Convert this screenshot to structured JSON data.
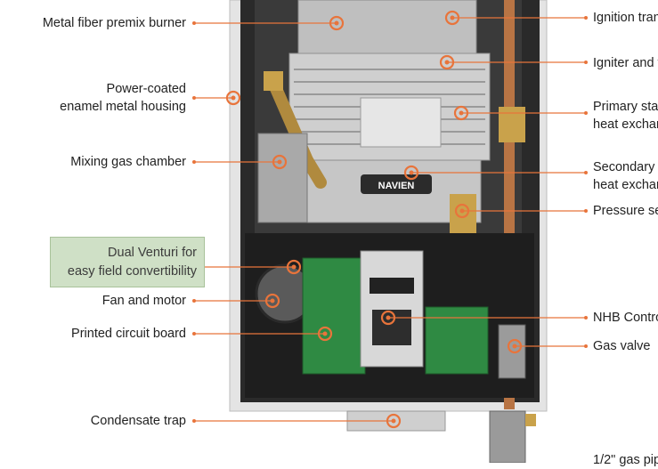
{
  "labels_left": [
    {
      "id": "burner",
      "text": "Metal fiber premix burner"
    },
    {
      "id": "housing1",
      "text": "Power-coated"
    },
    {
      "id": "housing2",
      "text": "enamel metal housing"
    },
    {
      "id": "mixing",
      "text": "Mixing gas chamber"
    },
    {
      "id": "fan",
      "text": "Fan and motor"
    },
    {
      "id": "pcb",
      "text": "Printed circuit board"
    },
    {
      "id": "trap",
      "text": "Condensate trap"
    }
  ],
  "venturi_box": {
    "line1": "Dual Venturi for",
    "line2": "easy field convertibility"
  },
  "labels_right": [
    {
      "id": "ign1",
      "text": "Ignition tran"
    },
    {
      "id": "ign2",
      "text": "Igniter and f"
    },
    {
      "id": "prim1",
      "text": "Primary stai"
    },
    {
      "id": "prim2",
      "text": "heat exchan"
    },
    {
      "id": "sec1",
      "text": "Secondary s"
    },
    {
      "id": "sec2",
      "text": "heat exchan"
    },
    {
      "id": "press",
      "text": "Pressure se"
    },
    {
      "id": "nhb",
      "text": "NHB Contro"
    },
    {
      "id": "gasvalve",
      "text": "Gas valve"
    },
    {
      "id": "gaspipe",
      "text": "1/2\" gas pip"
    }
  ],
  "unit_logo": "NAVIEN",
  "colors": {
    "accent": "#e8743b",
    "venturi_bg": "#cfe0c6",
    "housing": "#e9e9e9"
  }
}
